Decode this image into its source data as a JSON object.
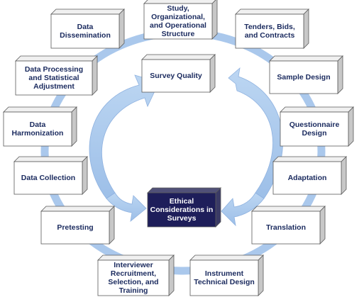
{
  "diagram": {
    "colors": {
      "box_face": "#ffffff",
      "box_top": "#f0f0f0",
      "box_side": "#c8c8c8",
      "box_border": "#5a5a5a",
      "text": "#1a2a5e",
      "ring": "#aac8ec",
      "arrow": "#a9c7ec",
      "center_face": "#1e1e5a",
      "center_top": "#505078",
      "center_side": "#3a3a66",
      "center_text": "#ffffff"
    },
    "stages": [
      {
        "id": "study",
        "label": "Study, Organizational, and Operational Structure"
      },
      {
        "id": "tenders",
        "label": "Tenders, Bids, and Contracts"
      },
      {
        "id": "sample",
        "label": "Sample Design"
      },
      {
        "id": "questionnaire",
        "label": "Questionnaire Design"
      },
      {
        "id": "adaptation",
        "label": "Adaptation"
      },
      {
        "id": "translation",
        "label": "Translation"
      },
      {
        "id": "instrument",
        "label": "Instrument Technical Design"
      },
      {
        "id": "interviewer",
        "label": "Interviewer Recruitment, Selection, and Training"
      },
      {
        "id": "pretesting",
        "label": "Pretesting"
      },
      {
        "id": "collection",
        "label": "Data Collection"
      },
      {
        "id": "harmonization",
        "label": "Data Harmonization"
      },
      {
        "id": "processing",
        "label": "Data Processing and Statistical Adjustment"
      },
      {
        "id": "dissemination",
        "label": "Data Dissemination"
      }
    ],
    "survey_quality": {
      "label": "Survey Quality"
    },
    "ethical": {
      "label": "Ethical Considerations in Surveys"
    }
  }
}
